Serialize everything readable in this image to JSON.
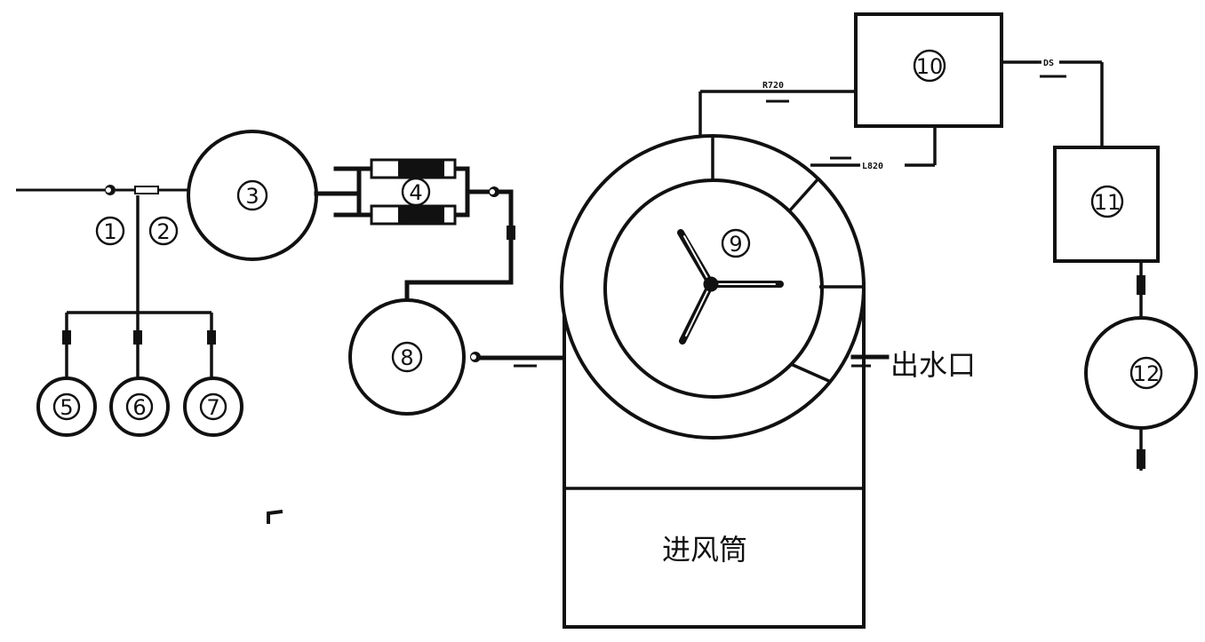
{
  "components": {
    "c1": "1",
    "c2": "2",
    "c3": "3",
    "c4": "4",
    "c5": "5",
    "c6": "6",
    "c7": "7",
    "c8": "8",
    "c9": "9",
    "c10": "10",
    "c11": "11",
    "c12": "12"
  },
  "labels": {
    "water_outlet": "出水口",
    "air_inlet_duct": "进风筒",
    "pipe_r720": "R720",
    "pipe_l820": "L820",
    "pipe_ds": "DS"
  }
}
